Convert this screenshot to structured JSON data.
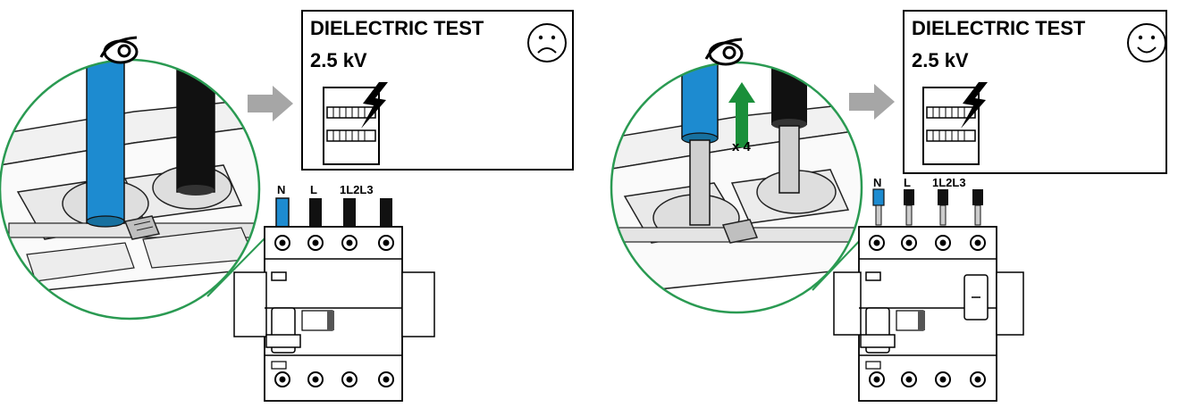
{
  "panels": [
    {
      "id": "incorrect",
      "title": "DIELECTRIC TEST",
      "voltage": "2.5 kV",
      "face_icon": "sad-face-icon",
      "terminals": [
        "N",
        "L",
        "1L2L3"
      ]
    },
    {
      "id": "correct",
      "title": "DIELECTRIC TEST",
      "voltage": "2.5 kV",
      "face_icon": "smiley-face-icon",
      "terminals": [
        "N",
        "L",
        "1L2L3"
      ],
      "pull_count": "x 4"
    }
  ],
  "colors": {
    "neutral_wire": "#1d8bd0",
    "phase_wire": "#111111",
    "arrow_gray": "#a6a6a6",
    "lens_ring": "#2a9a52",
    "pull_arrow": "#1a8f3a",
    "line": "#1a1a1a"
  }
}
